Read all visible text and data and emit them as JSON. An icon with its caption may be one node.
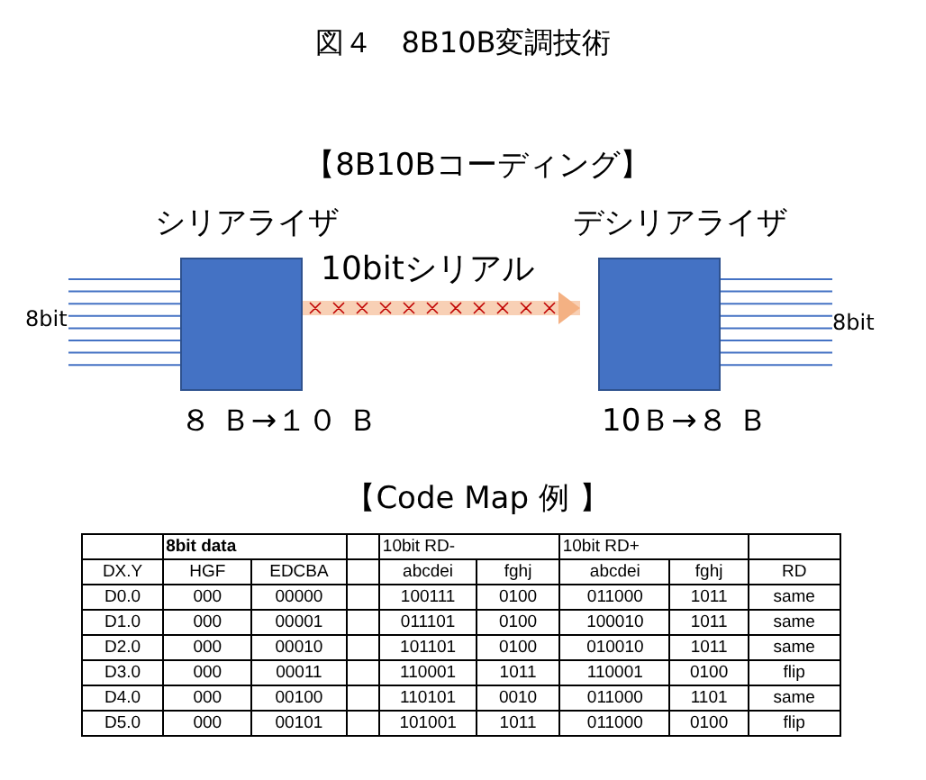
{
  "diagram": {
    "title": "図４　8B10B変調技術",
    "nodes": [
      {
        "text": [
          "シリアライザ"
        ],
        "beside": [
          "８ Ｂ→１０ Ｂ"
        ]
      },
      {
        "text": [
          "デシリアライザ"
        ],
        "beside": [
          "10Ｂ→８ Ｂ"
        ]
      },
      {
        "text": [
          "8bit"
        ]
      },
      {
        "text": [
          "8bit"
        ]
      }
    ],
    "edges": [
      {
        "from": 2,
        "to": 0,
        "arrow": "none"
      },
      {
        "from": 2,
        "to": 0,
        "arrow": "none"
      },
      {
        "from": 2,
        "to": 0,
        "arrow": "none"
      },
      {
        "from": 2,
        "to": 0,
        "arrow": "none"
      },
      {
        "from": 2,
        "to": 0,
        "arrow": "none"
      },
      {
        "from": 2,
        "to": 0,
        "arrow": "none"
      },
      {
        "from": 2,
        "to": 0,
        "arrow": "none"
      },
      {
        "from": 2,
        "to": 0,
        "arrow": "none"
      },
      {
        "from": 0,
        "to": 1,
        "arrow": "to",
        "label": "10bitシリアル",
        "style": "thick",
        "color": "#f4b183"
      },
      {
        "from": 1,
        "to": 3,
        "arrow": "none"
      },
      {
        "from": 1,
        "to": 3,
        "arrow": "none"
      },
      {
        "from": 1,
        "to": 3,
        "arrow": "none"
      },
      {
        "from": 1,
        "to": 3,
        "arrow": "none"
      },
      {
        "from": 1,
        "to": 3,
        "arrow": "none"
      },
      {
        "from": 1,
        "to": 3,
        "arrow": "none"
      },
      {
        "from": 1,
        "to": 3,
        "arrow": "none"
      },
      {
        "from": 1,
        "to": 3,
        "arrow": "none"
      }
    ],
    "labels": [
      "【8B10Bコーディング】",
      "【Code Map 例 】",
      "8bit data",
      "10bit RD-",
      "10bit RD+",
      "DX.Y",
      "HGF",
      "EDCBA",
      "abcdei",
      "fghj",
      "abcdei",
      "fghj",
      "RD",
      "D0.0",
      "000",
      "00000",
      "100111",
      "0100",
      "011000",
      "1011",
      "same",
      "D1.0",
      "000",
      "00001",
      "011101",
      "0100",
      "100010",
      "1011",
      "same",
      "D2.0",
      "000",
      "00010",
      "101101",
      "0100",
      "010010",
      "1011",
      "same",
      "D3.0",
      "000",
      "00011",
      "110001",
      "1011",
      "110001",
      "0100",
      "flip",
      "D4.0",
      "000",
      "00100",
      "110101",
      "0010",
      "011000",
      "1101",
      "same",
      "D5.0",
      "000",
      "00101",
      "101001",
      "1011",
      "011000",
      "0100",
      "flip"
    ]
  }
}
